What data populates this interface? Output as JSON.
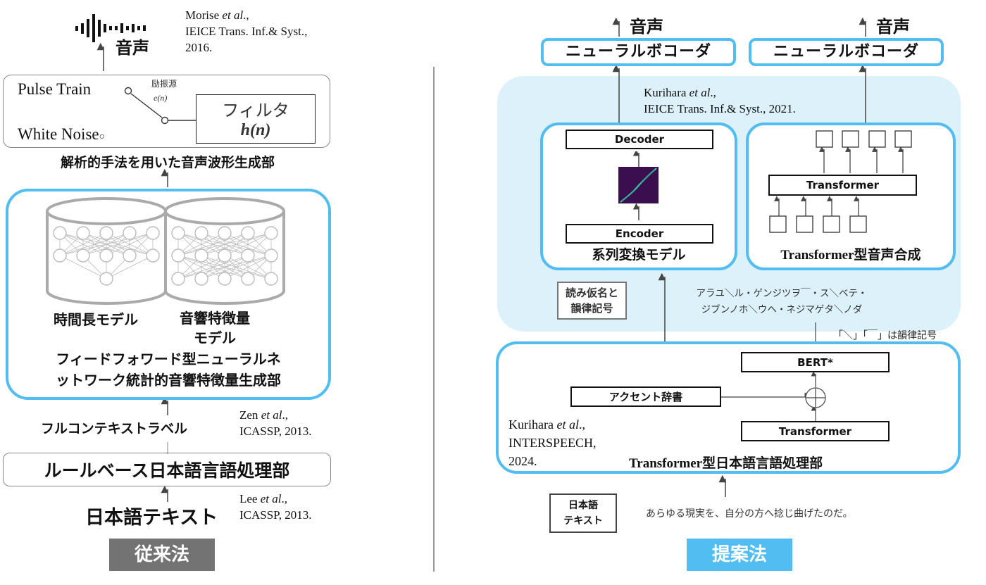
{
  "left": {
    "output_label": "音声",
    "cite_world": [
      "Morise",
      "et al",
      ".,",
      "IEICE Trans. Inf.& Syst.,",
      "2016."
    ],
    "source_filter": {
      "pulse_label": "Pulse Train",
      "noise_label": "White Noise",
      "excitation_label": "励振源",
      "excitation_symbol": "e(n)",
      "filter_label": "フィルタ",
      "filter_symbol": "h(n)"
    },
    "waveform_title": "解析的手法を用いた音声波形生成部",
    "nn_block": {
      "duration_model": "時間長モデル",
      "acoustic_model_line1": "音響特徴量",
      "acoustic_model_line2": "モデル",
      "caption_line1": "フィードフォワード型ニューラルネ",
      "caption_line2": "ットワーク統計的音響特徴量生成部"
    },
    "context_label": "フルコンテキストラベル",
    "cite_zen": [
      "Zen",
      "et al",
      ".,",
      "ICASSP, 2013."
    ],
    "rule_frontend": "ルールベース日本語言語処理部",
    "cite_lee": [
      "Lee",
      "et al",
      ".,",
      "ICASSP, 2013."
    ],
    "input_text": "日本語テキスト",
    "method_badge": "従来法"
  },
  "right": {
    "output_label_1": "音声",
    "output_label_2": "音声",
    "vocoder_1": "ニューラルボコーダ",
    "vocoder_2": "ニューラルボコーダ",
    "cite_kurihara_2021": [
      "Kurihara",
      "et al",
      ".,",
      "IEICE Trans. Inf.& Syst., 2021."
    ],
    "seq2seq": {
      "decoder": "Decoder",
      "encoder": "Encoder",
      "caption": "系列変換モデル"
    },
    "transformer_tts": {
      "block": "Transformer",
      "caption_bold": "Transformer",
      "caption_rest": "型音声合成"
    },
    "kana_box_line1": "読み仮名と",
    "kana_box_line2": "韻律記号",
    "kana_sequence_line1": "アラユ＼ル・ゲンジツヲ￣・ス＼ベテ・",
    "kana_sequence_line2": "ジブンノホ＼ウヘ・ネジマゲタ＼ノダ",
    "prosody_note": "「＼」「￣」は韻律記号",
    "frontend": {
      "bert": "BERT*",
      "accent_dict": "アクセント辞書",
      "transformer": "Transformer",
      "caption_bold": "Transformer",
      "caption_rest": "型日本語言語処理部"
    },
    "cite_kurihara_2024": [
      "Kurihara",
      "et al",
      ".,",
      "INTERSPEECH,",
      "2024."
    ],
    "input_box_line1": "日本語",
    "input_box_line2": "テキスト",
    "example_sentence": "あらゆる現実を、自分の方へ捻じ曲げたのだ。",
    "method_badge": "提案法"
  },
  "colors": {
    "accent_blue": "#52bdf0",
    "light_blue_panel": "#ddf1fb",
    "badge_gray": "#737373",
    "badge_blue": "#52bdf0"
  }
}
